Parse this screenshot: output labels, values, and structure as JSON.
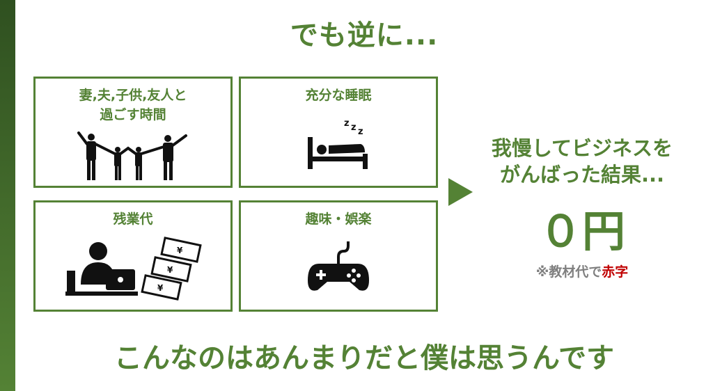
{
  "title": "でも逆に...",
  "boxes": [
    {
      "label_line1": "妻,夫,子供,友人と",
      "label_line2": "過ごす時間",
      "icon": "family-icon"
    },
    {
      "label_line1": "充分な睡眠",
      "icon": "sleeping-bed-icon"
    },
    {
      "label_line1": "残業代",
      "icon": "worker-money-icon"
    },
    {
      "label_line1": "趣味・娯楽",
      "icon": "game-controller-icon"
    }
  ],
  "result": {
    "line1": "我慢してビジネスを",
    "line2": "がんばった結果...",
    "amount": "０円",
    "note_prefix": "※教材代で",
    "note_emphasis": "赤字"
  },
  "bottom_text": "こんなのはあんまりだと僕は思うんです",
  "colors": {
    "accent": "#548235",
    "red": "#c00000",
    "gray": "#7f7f7f"
  }
}
